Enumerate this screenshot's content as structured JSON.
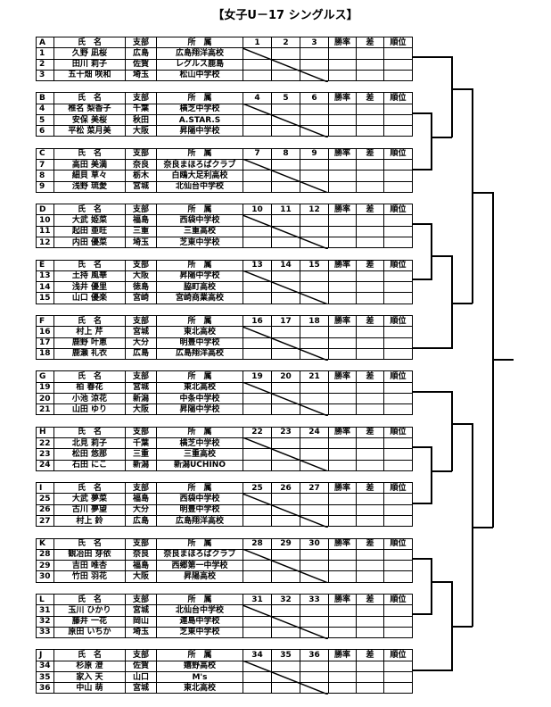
{
  "title": "【女子U－17 シングルス】",
  "header": {
    "name": "氏　名",
    "branch": "支部",
    "affiliation": "所　属",
    "win_rate": "勝率",
    "diff": "差",
    "rank": "順位"
  },
  "groups": [
    {
      "label": "A",
      "matches": [
        "1",
        "2",
        "3"
      ],
      "players": [
        {
          "no": "1",
          "name": "久野 凪桜",
          "branch": "広島",
          "affiliation": "広島翔洋高校"
        },
        {
          "no": "2",
          "name": "田川 莉子",
          "branch": "佐賀",
          "affiliation": "レグルス鹿島"
        },
        {
          "no": "3",
          "name": "五十畑 咲和",
          "branch": "埼玉",
          "affiliation": "松山中学校"
        }
      ]
    },
    {
      "label": "B",
      "matches": [
        "4",
        "5",
        "6"
      ],
      "players": [
        {
          "no": "4",
          "name": "椎名 梨香子",
          "branch": "千葉",
          "affiliation": "横芝中学校"
        },
        {
          "no": "5",
          "name": "安保 美桜",
          "branch": "秋田",
          "affiliation": "A.STAR.S"
        },
        {
          "no": "6",
          "name": "平松 菜月美",
          "branch": "大阪",
          "affiliation": "昇陽中学校"
        }
      ]
    },
    {
      "label": "C",
      "matches": [
        "7",
        "8",
        "9"
      ],
      "players": [
        {
          "no": "7",
          "name": "高田 美満",
          "branch": "奈良",
          "affiliation": "奈良まほろばクラブ"
        },
        {
          "no": "8",
          "name": "細貝 草々",
          "branch": "栃木",
          "affiliation": "白鴎大足利高校"
        },
        {
          "no": "9",
          "name": "浅野 琉愛",
          "branch": "宮城",
          "affiliation": "北仙台中学校"
        }
      ]
    },
    {
      "label": "D",
      "matches": [
        "10",
        "11",
        "12"
      ],
      "players": [
        {
          "no": "10",
          "name": "大武 姫菜",
          "branch": "福島",
          "affiliation": "西袋中学校"
        },
        {
          "no": "11",
          "name": "起田 亜旺",
          "branch": "三重",
          "affiliation": "三重高校"
        },
        {
          "no": "12",
          "name": "内田 優菜",
          "branch": "埼玉",
          "affiliation": "芝東中学校"
        }
      ]
    },
    {
      "label": "E",
      "matches": [
        "13",
        "14",
        "15"
      ],
      "players": [
        {
          "no": "13",
          "name": "土持 風華",
          "branch": "大阪",
          "affiliation": "昇陽中学校"
        },
        {
          "no": "14",
          "name": "浅井 優里",
          "branch": "徳島",
          "affiliation": "脇町高校"
        },
        {
          "no": "15",
          "name": "山口 優楽",
          "branch": "宮崎",
          "affiliation": "宮崎商業高校"
        }
      ]
    },
    {
      "label": "F",
      "matches": [
        "16",
        "17",
        "18"
      ],
      "players": [
        {
          "no": "16",
          "name": "村上 芹",
          "branch": "宮城",
          "affiliation": "東北高校"
        },
        {
          "no": "17",
          "name": "鹿野 叶恵",
          "branch": "大分",
          "affiliation": "明豊中学校"
        },
        {
          "no": "18",
          "name": "鹿瀬 礼衣",
          "branch": "広島",
          "affiliation": "広島翔洋高校"
        }
      ]
    },
    {
      "label": "G",
      "matches": [
        "19",
        "20",
        "21"
      ],
      "players": [
        {
          "no": "19",
          "name": "柏 春花",
          "branch": "宮城",
          "affiliation": "東北高校"
        },
        {
          "no": "20",
          "name": "小池 涼花",
          "branch": "新潟",
          "affiliation": "中条中学校"
        },
        {
          "no": "21",
          "name": "山田 ゆり",
          "branch": "大阪",
          "affiliation": "昇陽中学校"
        }
      ]
    },
    {
      "label": "H",
      "matches": [
        "22",
        "23",
        "24"
      ],
      "players": [
        {
          "no": "22",
          "name": "北見 莉子",
          "branch": "千葉",
          "affiliation": "横芝中学校"
        },
        {
          "no": "23",
          "name": "松田 悠那",
          "branch": "三重",
          "affiliation": "三重高校"
        },
        {
          "no": "24",
          "name": "石田 にこ",
          "branch": "新潟",
          "affiliation": "新潟UCHINO"
        }
      ]
    },
    {
      "label": "I",
      "matches": [
        "25",
        "26",
        "27"
      ],
      "players": [
        {
          "no": "25",
          "name": "大武 夢菜",
          "branch": "福島",
          "affiliation": "西袋中学校"
        },
        {
          "no": "26",
          "name": "古川 夢望",
          "branch": "大分",
          "affiliation": "明豊中学校"
        },
        {
          "no": "27",
          "name": "村上 鈴",
          "branch": "広島",
          "affiliation": "広島翔洋高校"
        }
      ]
    },
    {
      "label": "K",
      "matches": [
        "28",
        "29",
        "30"
      ],
      "players": [
        {
          "no": "28",
          "name": "観冶田 芽依",
          "branch": "奈良",
          "affiliation": "奈良まほろばクラブ"
        },
        {
          "no": "29",
          "name": "吉田 唯杏",
          "branch": "福島",
          "affiliation": "西郷第一中学校"
        },
        {
          "no": "30",
          "name": "竹田 羽花",
          "branch": "大阪",
          "affiliation": "昇陽高校"
        }
      ]
    },
    {
      "label": "L",
      "matches": [
        "31",
        "32",
        "33"
      ],
      "players": [
        {
          "no": "31",
          "name": "玉川 ひかり",
          "branch": "宮城",
          "affiliation": "北仙台中学校"
        },
        {
          "no": "32",
          "name": "藤井 一花",
          "branch": "岡山",
          "affiliation": "連島中学校"
        },
        {
          "no": "33",
          "name": "原田 いちか",
          "branch": "埼玉",
          "affiliation": "芝東中学校"
        }
      ]
    },
    {
      "label": "J",
      "matches": [
        "34",
        "35",
        "36"
      ],
      "players": [
        {
          "no": "34",
          "name": "杉原 澄",
          "branch": "佐賀",
          "affiliation": "嬉野高校"
        },
        {
          "no": "35",
          "name": "家入 天",
          "branch": "山口",
          "affiliation": "M's"
        },
        {
          "no": "36",
          "name": "中山 萌",
          "branch": "宮城",
          "affiliation": "東北高校"
        }
      ]
    }
  ]
}
